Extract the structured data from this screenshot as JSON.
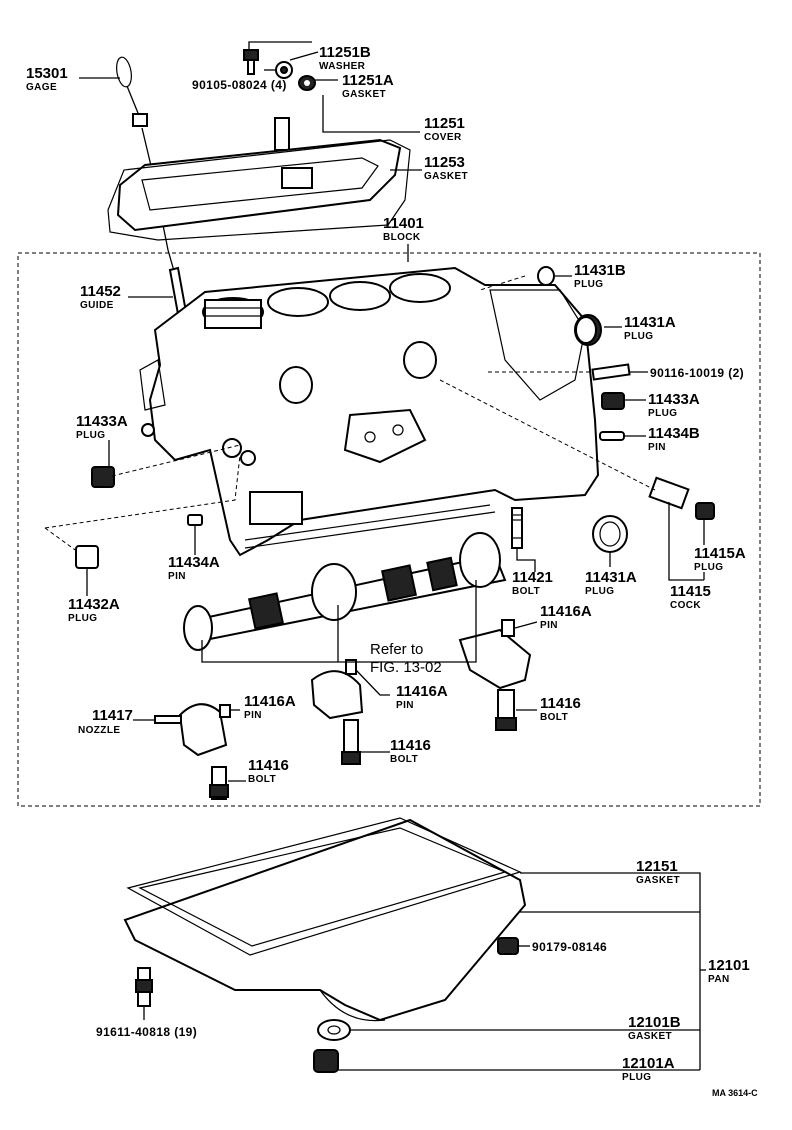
{
  "parts": {
    "p15301": {
      "num": "15301",
      "name": "GAGE"
    },
    "p90105": {
      "num": "90105-08024 (4)"
    },
    "p11251B": {
      "num": "11251B",
      "name": "WASHER"
    },
    "p11251A": {
      "num": "11251A",
      "name": "GASKET"
    },
    "p11251": {
      "num": "11251",
      "name": "COVER"
    },
    "p11253": {
      "num": "11253",
      "name": "GASKET"
    },
    "p11401": {
      "num": "11401",
      "name": "BLOCK"
    },
    "p11452": {
      "num": "11452",
      "name": "GUIDE"
    },
    "p11431B": {
      "num": "11431B",
      "name": "PLUG"
    },
    "p11431A_top": {
      "num": "11431A",
      "name": "PLUG"
    },
    "p90116": {
      "num": "90116-10019 (2)"
    },
    "p11433A_right": {
      "num": "11433A",
      "name": "PLUG"
    },
    "p11434B": {
      "num": "11434B",
      "name": "PIN"
    },
    "p11433A_left": {
      "num": "11433A",
      "name": "PLUG"
    },
    "p11434A": {
      "num": "11434A",
      "name": "PIN"
    },
    "p11432A": {
      "num": "11432A",
      "name": "PLUG"
    },
    "p11421": {
      "num": "11421",
      "name": "BOLT"
    },
    "p11431A_bot": {
      "num": "11431A",
      "name": "PLUG"
    },
    "p11415A": {
      "num": "11415A",
      "name": "PLUG"
    },
    "p11415": {
      "num": "11415",
      "name": "COCK"
    },
    "p11416A_1": {
      "num": "11416A",
      "name": "PIN"
    },
    "p11416A_2": {
      "num": "11416A",
      "name": "PIN"
    },
    "p11416A_3": {
      "num": "11416A",
      "name": "PIN"
    },
    "p11416_1": {
      "num": "11416",
      "name": "BOLT"
    },
    "p11416_2": {
      "num": "11416",
      "name": "BOLT"
    },
    "p11416_3": {
      "num": "11416",
      "name": "BOLT"
    },
    "p11417": {
      "num": "11417",
      "name": "NOZZLE"
    },
    "p12151": {
      "num": "12151",
      "name": "GASKET"
    },
    "p90179": {
      "num": "90179-08146"
    },
    "p12101": {
      "num": "12101",
      "name": "PAN"
    },
    "p91611": {
      "num": "91611-40818 (19)"
    },
    "p12101B": {
      "num": "12101B",
      "name": "GASKET"
    },
    "p12101A": {
      "num": "12101A",
      "name": "PLUG"
    }
  },
  "refer": {
    "line1": "Refer to",
    "line2": "FIG. 13-02"
  },
  "footer_code": "MA 3614-C"
}
